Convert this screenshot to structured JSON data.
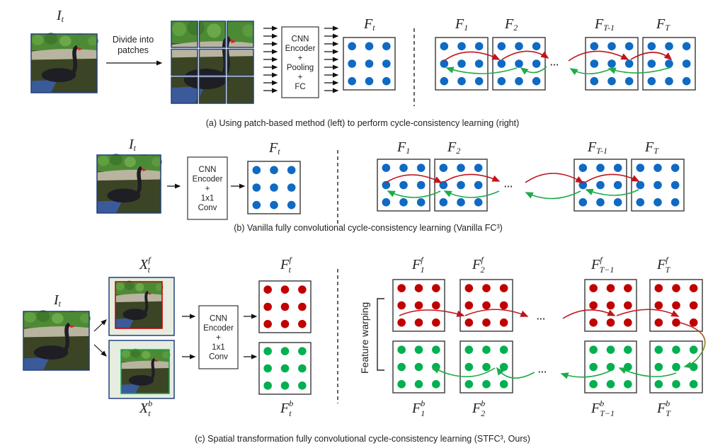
{
  "colors": {
    "blue_dot": "#0f6ac3",
    "red_dot": "#c00000",
    "green_dot": "#00b050",
    "red_arrow": "#c0141c",
    "green_arrow": "#1fab4a",
    "box_border": "#444444",
    "image_border": "#22407a"
  },
  "panel_a": {
    "input_label": {
      "main": "I",
      "sub": "t"
    },
    "divide_label_line1": "Divide into",
    "divide_label_line2": "patches",
    "encoder_lines": [
      "CNN",
      "Encoder",
      "+",
      "Pooling",
      "+",
      "FC"
    ],
    "feature_label": {
      "main": "F",
      "sub": "t"
    },
    "sequence_labels": [
      {
        "main": "F",
        "sub": "1"
      },
      {
        "main": "F",
        "sub": "2"
      },
      {
        "main": "F",
        "sub": "T-1"
      },
      {
        "main": "F",
        "sub": "T"
      }
    ],
    "ellipsis": "...",
    "caption": "(a) Using patch-based method (left) to perform cycle-consistency learning (right)"
  },
  "panel_b": {
    "input_label": {
      "main": "I",
      "sub": "t"
    },
    "encoder_lines": [
      "CNN",
      "Encoder",
      "+",
      "1x1",
      "Conv"
    ],
    "feature_label": {
      "main": "F",
      "sub": "t"
    },
    "sequence_labels": [
      {
        "main": "F",
        "sub": "1"
      },
      {
        "main": "F",
        "sub": "2"
      },
      {
        "main": "F",
        "sub": "T-1"
      },
      {
        "main": "F",
        "sub": "T"
      }
    ],
    "ellipsis": "...",
    "caption": "(b) Vanilla fully convolutional cycle-consistency learning (Vanilla FC³)"
  },
  "panel_c": {
    "input_label": {
      "main": "I",
      "sub": "t"
    },
    "forward_view_label": {
      "main": "X",
      "sub": "t",
      "sup": "f"
    },
    "backward_view_label": {
      "main": "X",
      "sub": "t",
      "sup": "b"
    },
    "encoder_lines": [
      "CNN",
      "Encoder",
      "+",
      "1x1",
      "Conv"
    ],
    "forward_feature_label": {
      "main": "F",
      "sub": "t",
      "sup": "f"
    },
    "backward_feature_label": {
      "main": "F",
      "sub": "t",
      "sup": "b"
    },
    "side_label": "Feature warping",
    "forward_sequence_labels": [
      {
        "main": "F",
        "sub": "1",
        "sup": "f"
      },
      {
        "main": "F",
        "sub": "2",
        "sup": "f"
      },
      {
        "main": "F",
        "sub": "T−1",
        "sup": "f"
      },
      {
        "main": "F",
        "sub": "T",
        "sup": "f"
      }
    ],
    "backward_sequence_labels": [
      {
        "main": "F",
        "sub": "1",
        "sup": "b"
      },
      {
        "main": "F",
        "sub": "2",
        "sup": "b"
      },
      {
        "main": "F",
        "sub": "T−1",
        "sup": "b"
      },
      {
        "main": "F",
        "sub": "T",
        "sup": "b"
      }
    ],
    "ellipsis": "...",
    "caption": "(c) Spatial transformation fully convolutional cycle-consistency learning (STFC³, Ours)"
  }
}
